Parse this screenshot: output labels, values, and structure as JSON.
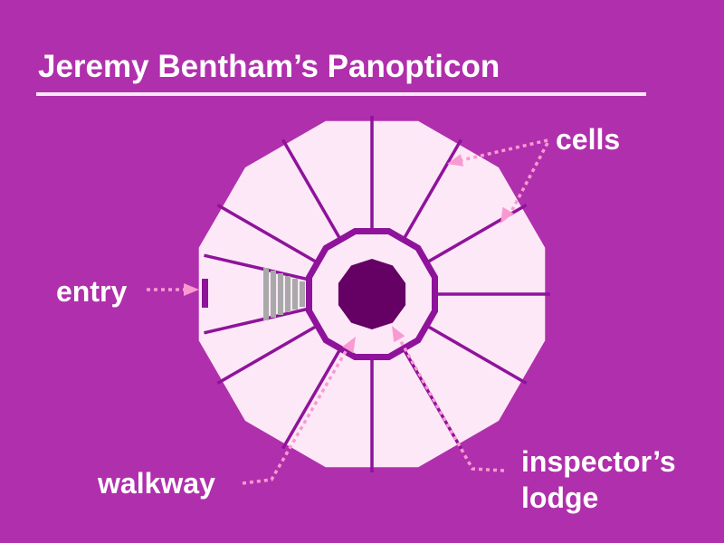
{
  "title": "Jeremy Bentham’s Panopticon",
  "labels": {
    "cells": "cells",
    "entry": "entry",
    "walkway": "walkway",
    "inspector_line1": "inspector’s",
    "inspector_line2": "lodge"
  },
  "colors": {
    "background": "#b02fac",
    "title_rule": "#fce6f8",
    "cell_fill": "#fde8f8",
    "cell_wall": "#8e139a",
    "lodge": "#650064",
    "arrow": "#f89ad2",
    "stairs": "#a9a9a9",
    "label_text": "#ffffff"
  },
  "diagram": {
    "sides": 12,
    "walkway_sides": 12,
    "lodge_sides": 10
  }
}
